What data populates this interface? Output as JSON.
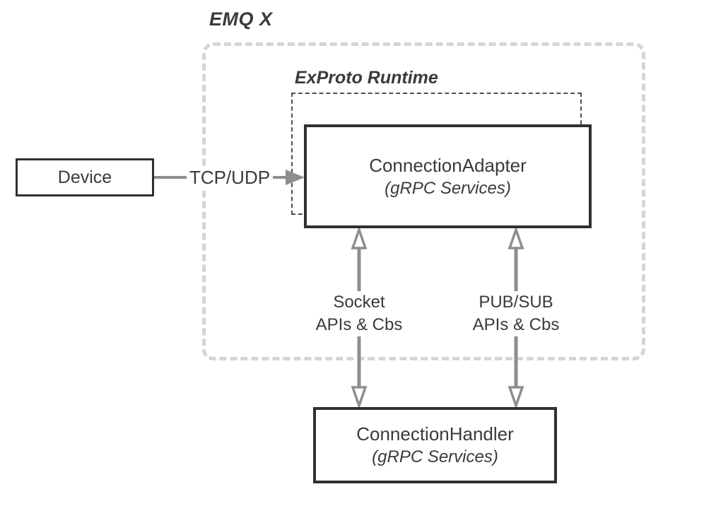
{
  "colors": {
    "background": "#ffffff",
    "node_border": "#303030",
    "text": "#3a3a3a",
    "arrow": "#8e8e8e",
    "outer_dashed_border": "#d5d5d5",
    "inner_dashed_border": "#4f4f4f"
  },
  "boundaries": {
    "emqx": {
      "label": "EMQ X"
    },
    "exproto_runtime": {
      "label": "ExProto Runtime"
    }
  },
  "nodes": {
    "device": {
      "label": "Device"
    },
    "connection_adapter": {
      "title": "ConnectionAdapter",
      "subtitle": "(gRPC Services)"
    },
    "connection_handler": {
      "title": "ConnectionHandler",
      "subtitle": "(gRPC Services)"
    }
  },
  "edges": {
    "tcp_udp": {
      "label": "TCP/UDP",
      "direction": "right"
    },
    "socket": {
      "line1": "Socket",
      "line2": "APIs & Cbs",
      "direction": "both"
    },
    "pubsub": {
      "line1": "PUB/SUB",
      "line2": "APIs & Cbs",
      "direction": "both"
    }
  }
}
